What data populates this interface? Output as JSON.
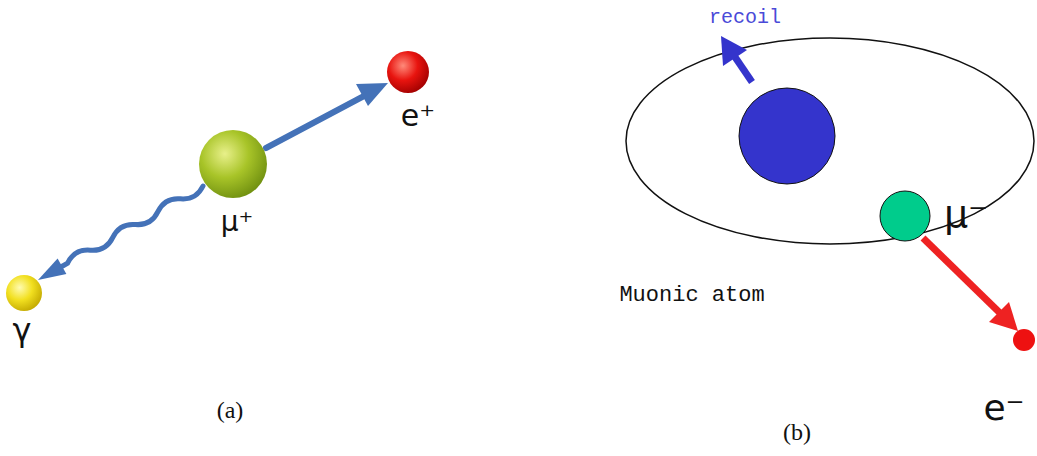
{
  "diagram": {
    "labels": [
      "e⁺",
      "μ⁺",
      "γ",
      "(a)",
      "recoil",
      "Muonic atom",
      "μ⁻",
      "e⁻",
      "(b)"
    ]
  }
}
